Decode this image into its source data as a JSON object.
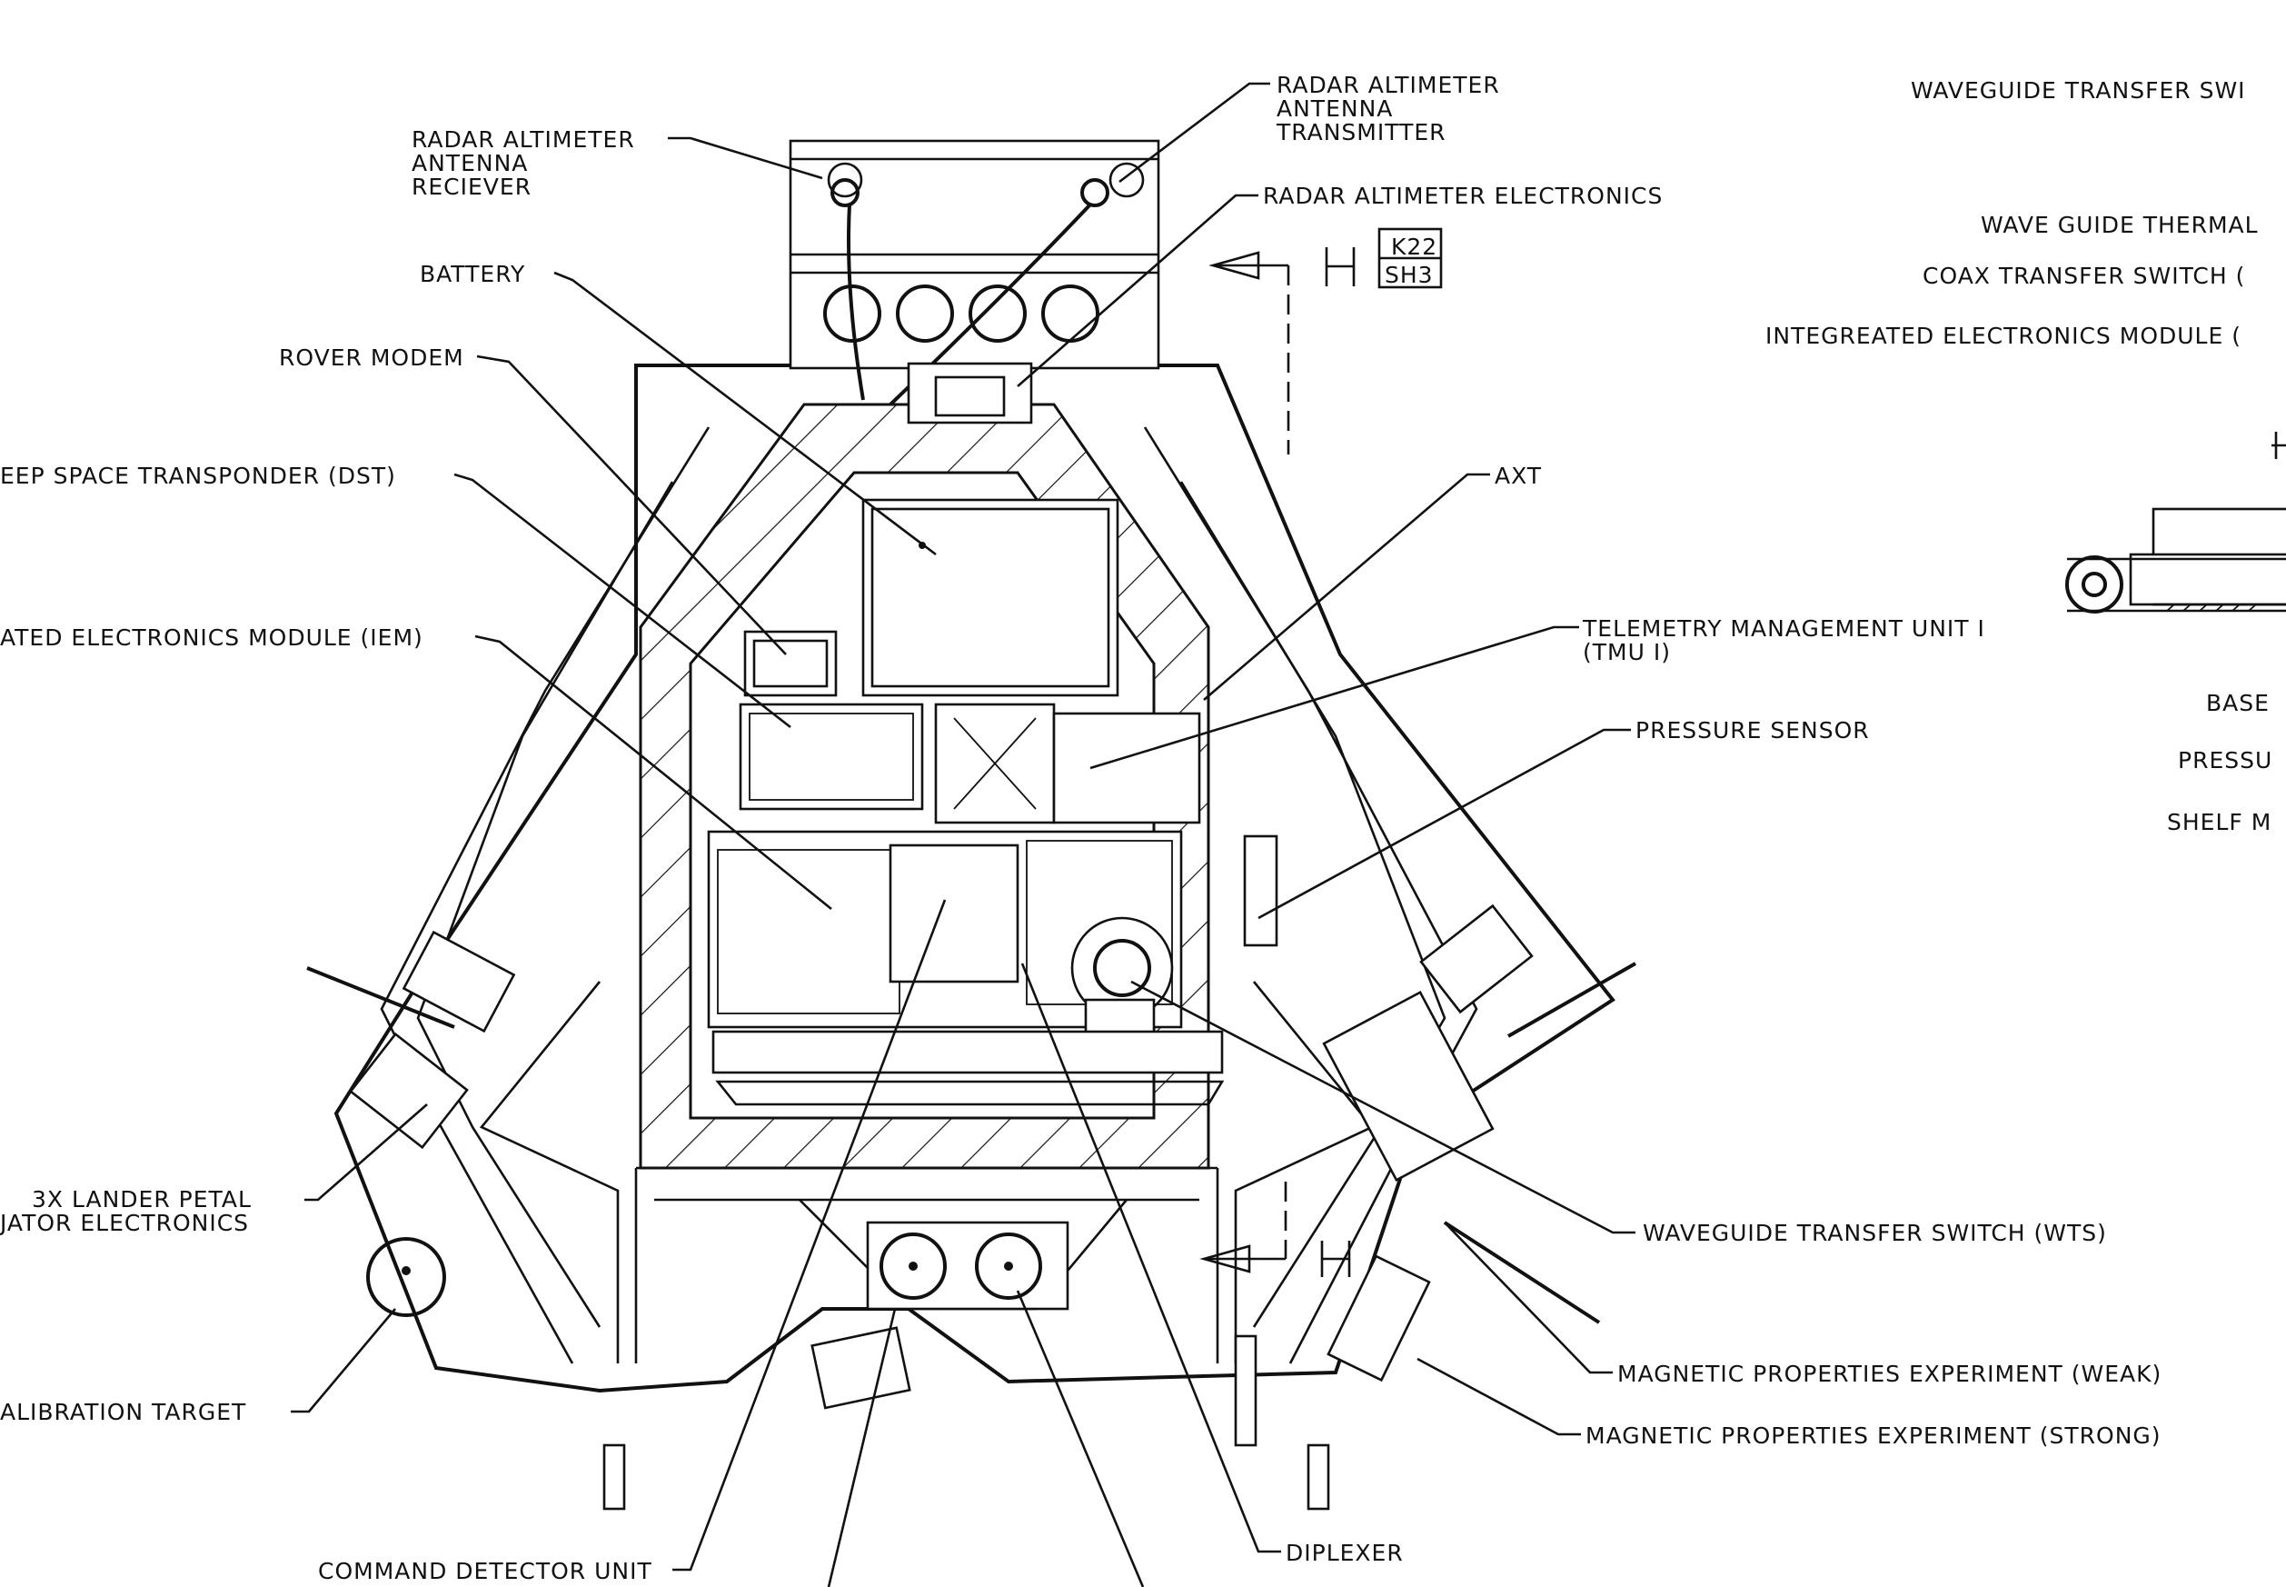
{
  "labels": {
    "radar_altimeter_antenna_receiver": [
      "RADAR ALTIMETER",
      "ANTENNA",
      "RECIEVER"
    ],
    "radar_altimeter_antenna_transmitter": [
      "RADAR ALTIMETER",
      "ANTENNA",
      "TRANSMITTER"
    ],
    "radar_altimeter_electronics": "RADAR ALTIMETER ELECTRONICS",
    "battery": "BATTERY",
    "rover_modem": "ROVER MODEM",
    "deep_space_transponder": "EEP SPACE TRANSPONDER (DST)",
    "integrated_electronics_module": "ATED ELECTRONICS MODULE (IEM)",
    "axt": "AXT",
    "telemetry_management_unit": [
      "TELEMETRY MANAGEMENT UNIT I",
      "(TMU I)"
    ],
    "pressure_sensor": "PRESSURE SENSOR",
    "lander_petal_actuator_electronics": [
      "3X LANDER PETAL",
      "JATOR ELECTRONICS"
    ],
    "calibration_target": "ALIBRATION TARGET",
    "waveguide_transfer_switch": "WAVEGUIDE TRANSFER SWITCH (WTS)",
    "magnetic_properties_weak": "MAGNETIC PROPERTIES EXPERIMENT (WEAK)",
    "magnetic_properties_strong": "MAGNETIC PROPERTIES EXPERIMENT (STRONG)",
    "command_detector_unit": "COMMAND DETECTOR UNIT",
    "diplexer": "DIPLEXER"
  },
  "section_marker": {
    "top": "K22",
    "bottom": "SH3"
  },
  "right_panel_labels": {
    "waveguide_transfer_switch": "WAVEGUIDE TRANSFER SWI",
    "wave_guide_thermal": "WAVE GUIDE THERMAL",
    "coax_transfer_switch": "COAX TRANSFER SWITCH (",
    "integrated_electronics_module": "INTEGREATED ELECTRONICS MODULE (",
    "base": "BASE",
    "pressure": "PRESSU",
    "shelf": "SHELF M"
  }
}
